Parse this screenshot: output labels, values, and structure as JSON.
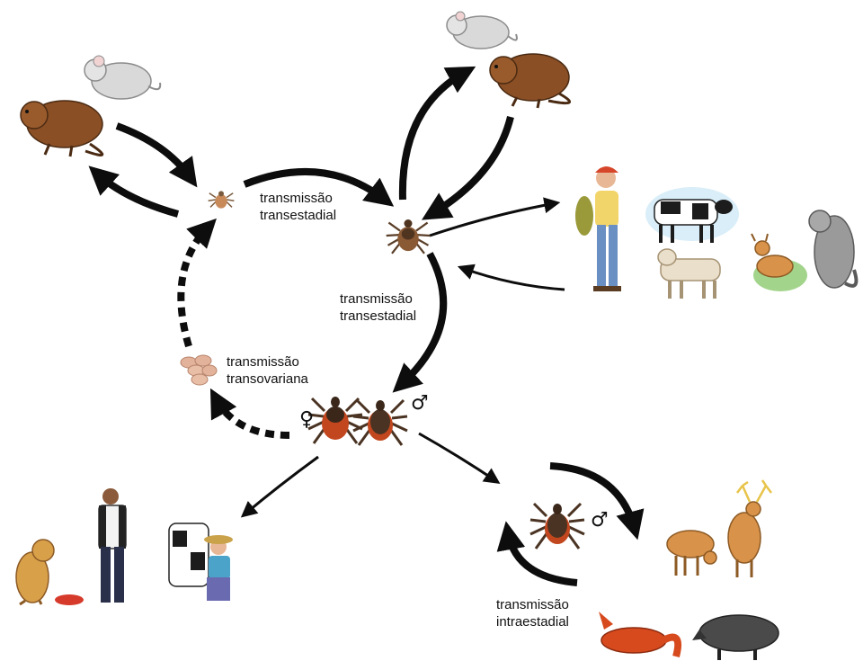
{
  "labels": {
    "transestadial_top": [
      "transmissão",
      "transestadial"
    ],
    "transestadial_mid": [
      "transmissão",
      "transestadial"
    ],
    "transovariana": [
      "transmissão",
      "transovariana"
    ],
    "intraestadial": [
      "transmissão",
      "intraestadial"
    ]
  },
  "symbols": {
    "female": "♀",
    "male": "♂",
    "male_lower": "♂"
  },
  "colors": {
    "arrow": "#0d0d0d",
    "tick_body": "#6b4a2e",
    "adult_tick_abdomen": "#c2471e",
    "rodent": "#8a4f25",
    "mouse": "#d9d9d9",
    "eggs": "#e2b39a"
  }
}
